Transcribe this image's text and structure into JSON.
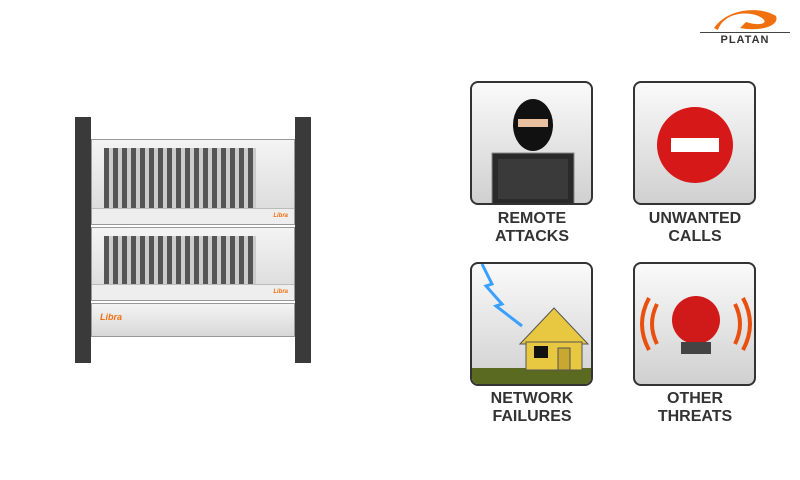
{
  "brand": {
    "logo_text": "PLATAN",
    "accent": "#ff6a00"
  },
  "device": {
    "name": "Libra"
  },
  "threats": [
    {
      "label_line1": "REMOTE",
      "label_line2": "ATTACKS",
      "icon": "hacker-icon"
    },
    {
      "label_line1": "UNWANTED",
      "label_line2": "CALLS",
      "icon": "no-entry-icon"
    },
    {
      "label_line1": "NETWORK",
      "label_line2": "FAILURES",
      "icon": "lightning-house-icon"
    },
    {
      "label_line1": "OTHER",
      "label_line2": "THREATS",
      "icon": "alarm-bell-icon"
    }
  ]
}
